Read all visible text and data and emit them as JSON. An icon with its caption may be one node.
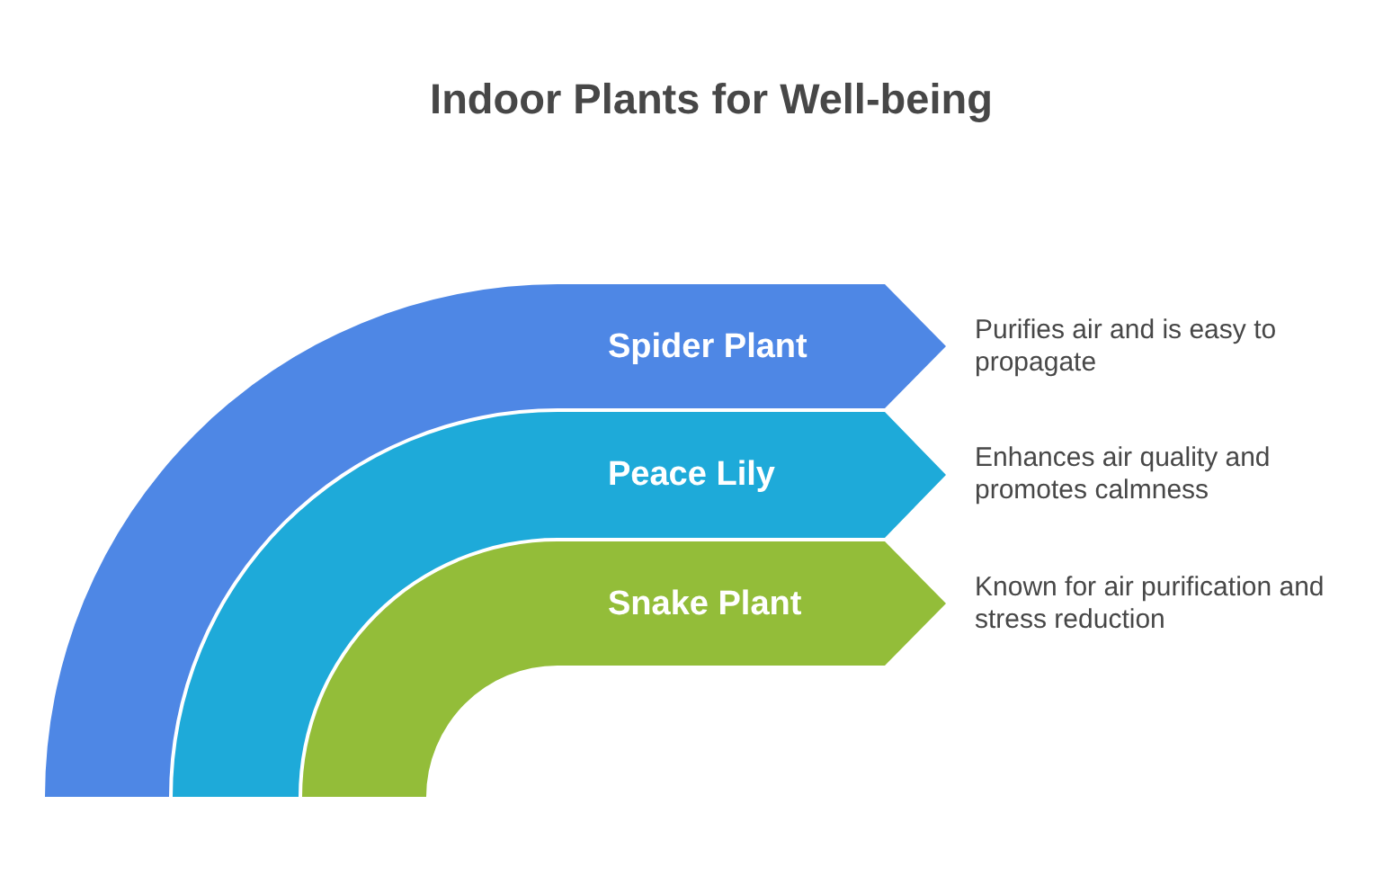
{
  "diagram": {
    "title": "Indoor Plants for Well-being",
    "nodes": [
      {
        "text": [
          "Spider Plant"
        ],
        "beside": [
          "Purifies air and is easy to propagate"
        ]
      },
      {
        "text": [
          "Peace Lily"
        ],
        "beside": [
          "Enhances air quality and promotes calmness"
        ]
      },
      {
        "text": [
          "Snake Plant"
        ],
        "beside": [
          "Known for air purification and stress reduction"
        ]
      }
    ]
  }
}
